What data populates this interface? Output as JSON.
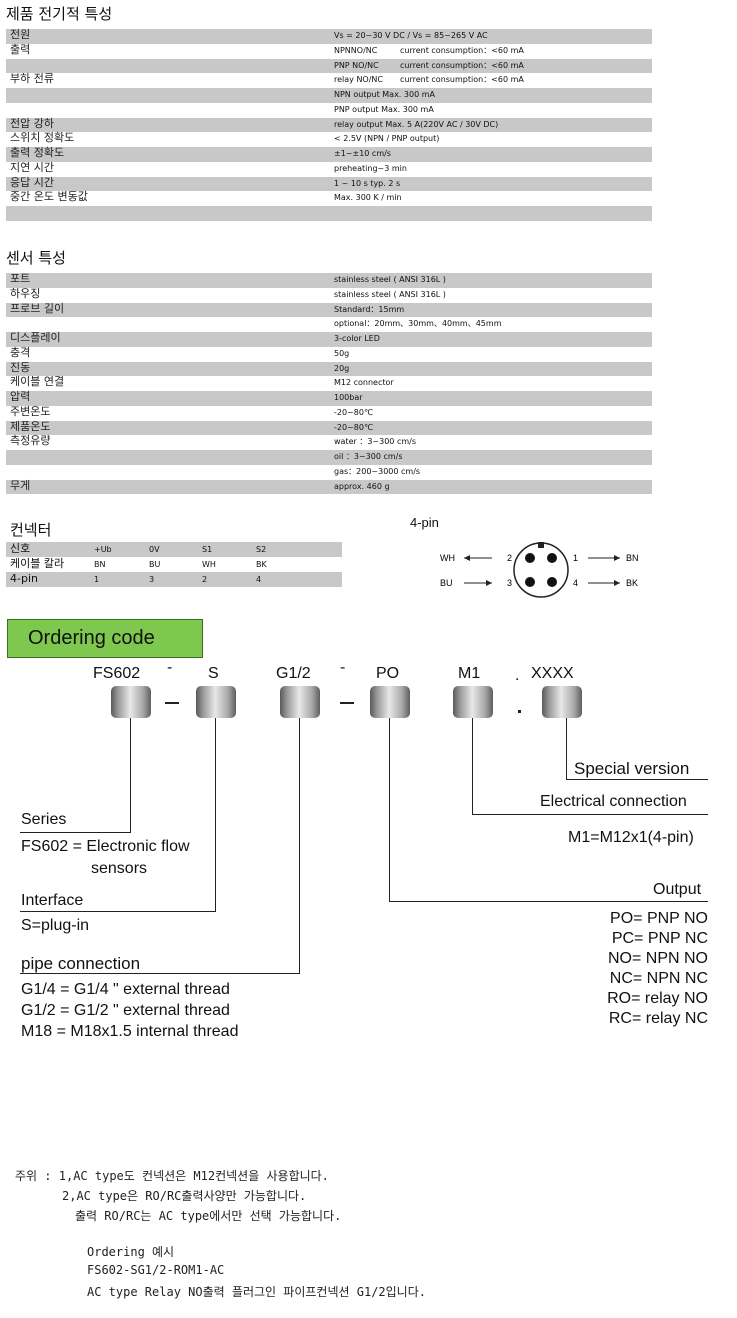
{
  "section1": {
    "title": "제품 전기적 특성",
    "rows": [
      {
        "label": "전원",
        "value": "Vs = 20~30 V DC / Vs = 85~265 V AC",
        "value2": ""
      },
      {
        "label": "출력",
        "value": "NPNNO/NC",
        "value2": "current consumption：<60 mA"
      },
      {
        "label": "",
        "value": "PNP NO/NC",
        "value2": "current consumption：<60 mA"
      },
      {
        "label": "부하 전류",
        "value": "relay NO/NC",
        "value2": "current consumption：<60 mA"
      },
      {
        "label": "",
        "value": "NPN output Max. 300 mA",
        "value2": ""
      },
      {
        "label": "",
        "value": "PNP output Max. 300 mA",
        "value2": ""
      },
      {
        "label": "전압 강하",
        "value": "relay output Max. 5 A(220V AC / 30V DC)",
        "value2": ""
      },
      {
        "label": "스위치 정확도",
        "value": "< 2.5V (NPN / PNP output)",
        "value2": ""
      },
      {
        "label": "출력 정확도",
        "value": "±1~±10 cm/s",
        "value2": ""
      },
      {
        "label": "지연 시간",
        "value": "preheating~3 min",
        "value2": ""
      },
      {
        "label": "응답 시간",
        "value": "1 ~ 10 s  typ. 2 s",
        "value2": ""
      },
      {
        "label": "중간 온도 변동값",
        "value": "Max. 300 K / min",
        "value2": ""
      },
      {
        "label": "",
        "value": "",
        "value2": ""
      }
    ]
  },
  "section2": {
    "title": "센서 특성",
    "rows": [
      {
        "label": "포트",
        "value": "stainless steel ( ANSI 316L )"
      },
      {
        "label": "하우징",
        "value": "stainless steel ( ANSI 316L )"
      },
      {
        "label": "프로브 길이",
        "value": "Standard：15mm"
      },
      {
        "label": "",
        "value": "optional：20mm、30mm、40mm、45mm"
      },
      {
        "label": "디스플레이",
        "value": "3-color LED"
      },
      {
        "label": "충격",
        "value": "50g"
      },
      {
        "label": "진동",
        "value": "20g"
      },
      {
        "label": "케이블 연결",
        "value": "M12 connector"
      },
      {
        "label": "압력",
        "value": "100bar"
      },
      {
        "label": "주변온도",
        "value": "-20~80℃"
      },
      {
        "label": "제품온도",
        "value": "-20~80℃"
      },
      {
        "label": "측정유량",
        "value": "water ：3~300 cm/s"
      },
      {
        "label": "",
        "value": "oil ：3~300 cm/s"
      },
      {
        "label": "",
        "value": "gas：200~3000 cm/s"
      },
      {
        "label": "무게",
        "value": "approx. 460 g"
      }
    ]
  },
  "connector": {
    "title": "컨넥터",
    "rows": [
      {
        "label": "신호",
        "cells": [
          "+Ub",
          "0V",
          "S1",
          "S2"
        ]
      },
      {
        "label": "케이블 칼라",
        "cells": [
          "BN",
          "BU",
          "WH",
          "BK"
        ]
      },
      {
        "label": "4-pin",
        "cells": [
          "1",
          "3",
          "2",
          "4"
        ]
      }
    ],
    "pin_title": "4-pin",
    "pins": {
      "wh": "WH",
      "bu": "BU",
      "bn": "BN",
      "bk": "BK",
      "p1": "1",
      "p2": "2",
      "p3": "3",
      "p4": "4"
    }
  },
  "ordering": {
    "button_label": "Ordering code",
    "codes": [
      "FS602",
      "S",
      "G1/2",
      "PO",
      "M1",
      "XXXX"
    ],
    "separators": [
      "-",
      "-",
      "."
    ],
    "special": "Special version",
    "electrical": "Electrical connection",
    "electrical_value": "M1=M12x1(4-pin)",
    "series": "Series",
    "series_desc1": "FS602 = Electronic flow",
    "series_desc2": "sensors",
    "interface": "Interface",
    "interface_desc": "S=plug-in",
    "output": "Output",
    "outputs": [
      "PO= PNP NO",
      "PC= PNP NC",
      "NO= NPN NO",
      "NC= NPN NC",
      "RO= relay NO",
      "RC= relay NC"
    ],
    "pipe": "pipe connection",
    "pipes": [
      "G1/4 = G1/4 \" external thread",
      "G1/2 = G1/2 \" external thread",
      "M18  = M18x1.5 internal thread"
    ]
  },
  "notes": {
    "line1": "주위 : 1,AC type도 컨넥션은 M12컨넥션을 사용합니다.",
    "line2": "2,AC type은 RO/RC출력사양만 가능합니다.",
    "line3": "출력 RO/RC는 AC type에서만 선택 가능합니다.",
    "line4": "Ordering 예시",
    "line5": "FS602-SG1/2-ROM1-AC",
    "line6": "AC type Relay NO출력 플러그인 파이프컨넥션 G1/2입니다."
  }
}
